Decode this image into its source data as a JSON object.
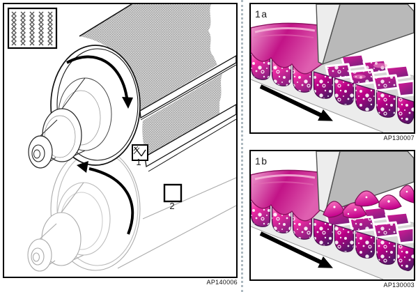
{
  "figure": {
    "description": "Anilox roller with doctor blade system and ink-cell detail views",
    "main_panel": {
      "caption": "AP140006",
      "callouts": [
        {
          "label": "1",
          "icon": "doctor-blade-mini-icon"
        },
        {
          "label": "2",
          "icon": "empty-reference-box"
        }
      ],
      "inset": {
        "icon": "engraving-pattern-zigzag"
      },
      "rotation_arrows": [
        "clockwise-top-roller",
        "counterclockwise-bottom-roller"
      ]
    },
    "detail_panel_a": {
      "label": "1a",
      "caption": "AP130007",
      "arrow": "direction-down-right"
    },
    "detail_panel_b": {
      "label": "1b",
      "caption": "AP130003",
      "arrow": "direction-down-right"
    }
  },
  "colors": {
    "ink_magenta": "#c4008c",
    "ink_purple": "#5c1a6c",
    "ink_pink_light": "#ef9ed0",
    "blade_gray": "#b9b9b9",
    "blade_face_light": "#ededed",
    "texture_gray": "#8f8f8f",
    "outline_black": "#000000",
    "secondary_roller_gray": "#aaaaaa",
    "divider_gray": "#adb9c0"
  }
}
